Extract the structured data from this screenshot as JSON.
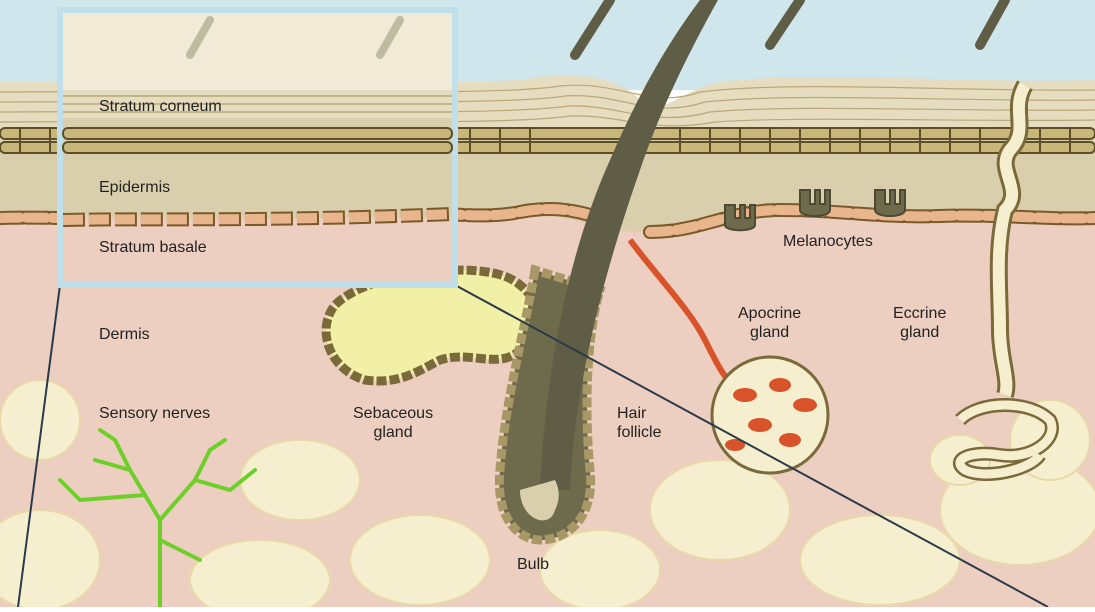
{
  "labels": {
    "stratum_corneum": "Stratum corneum",
    "epidermis": "Epidermis",
    "stratum_basale": "Stratum basale",
    "melanocytes": "Melanocytes",
    "dermis": "Dermis",
    "apocrine_gland_line1": "Apocrine",
    "apocrine_gland_line2": "gland",
    "eccrine_gland_line1": "Eccrine",
    "eccrine_gland_line2": "gland",
    "sensory_nerves": "Sensory nerves",
    "sebaceous_gland_line1": "Sebaceous",
    "sebaceous_gland_line2": "gland",
    "hair_follicle_line1": "Hair",
    "hair_follicle_line2": "follicle",
    "bulb": "Bulb"
  },
  "colors": {
    "sky": "#cfe6ec",
    "dermis": "#eccfc0",
    "epidermis": "#d9cfad",
    "stratum_corneum": "#e6dcbf",
    "cell_outline": "#7a6a3a",
    "basal_cell": "#e8b58c",
    "fat": "#f6efcf",
    "hair": "#6e6b4c",
    "nerve": "#6fcf2a",
    "sebum": "#f1f0a6",
    "apocrine_red": "#d9532a",
    "inset_border": "#bfe0ea"
  }
}
